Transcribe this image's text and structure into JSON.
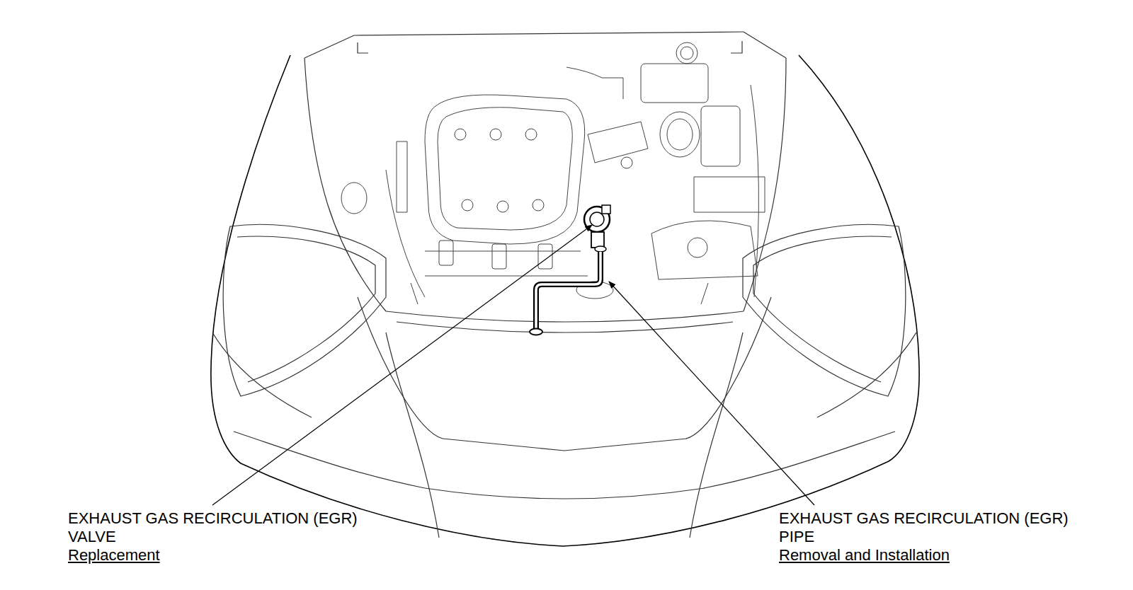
{
  "diagram": {
    "labels": [
      "EXHAUST GAS RECIRCULATION (EGR) VALVE",
      "Replacement",
      "EXHAUST GAS RECIRCULATION (EGR) PIPE",
      "Removal and Installation"
    ]
  }
}
